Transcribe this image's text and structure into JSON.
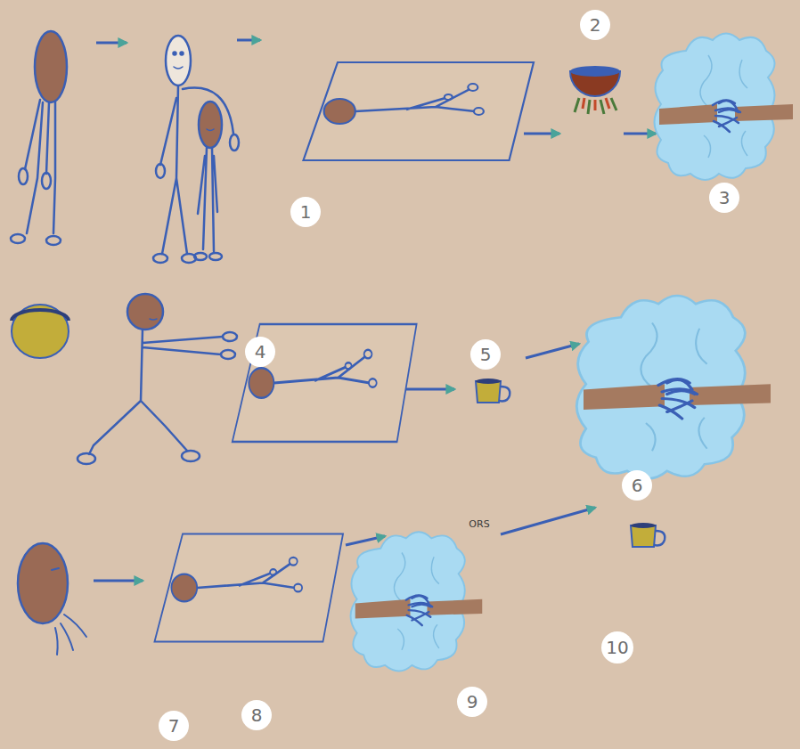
{
  "diagram": {
    "labels": [
      "1",
      "2",
      "3",
      "4",
      "5",
      "ORS",
      "6",
      "7",
      "8",
      "9",
      "10"
    ]
  }
}
